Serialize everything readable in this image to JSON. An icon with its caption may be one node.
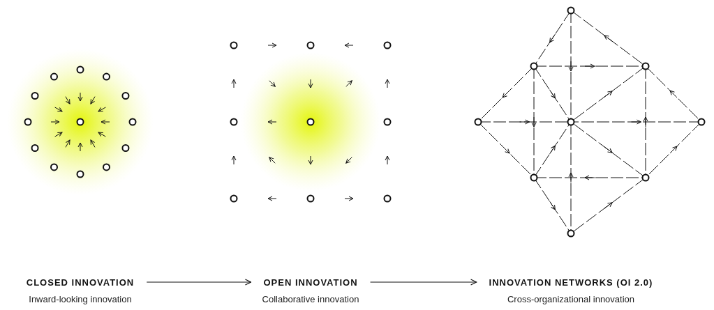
{
  "diagram": {
    "nodes": [
      {
        "text": [
          "CLOSED INNOVATION",
          "Inward-looking innovation"
        ]
      },
      {
        "text": [
          "OPEN INNOVATION",
          "Collaborative innovation"
        ]
      },
      {
        "text": [
          "INNOVATION NETWORKS (OI 2.0)",
          "Cross-organizational innovation"
        ]
      }
    ],
    "edges": [
      {
        "from": 0,
        "to": 1,
        "arrow": "to"
      },
      {
        "from": 1,
        "to": 2,
        "arrow": "to"
      }
    ]
  }
}
